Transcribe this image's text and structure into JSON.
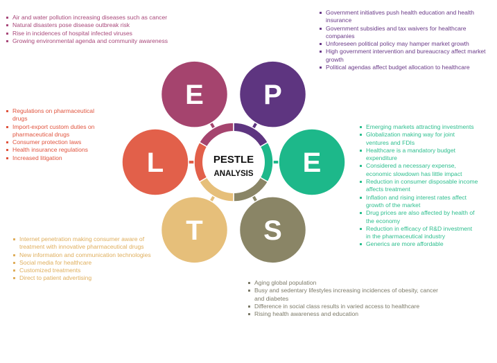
{
  "center": {
    "line1": "PESTLE",
    "line2": "ANALYSIS"
  },
  "factors": [
    {
      "key": "environmental",
      "letter": "E",
      "color": "#A5446E"
    },
    {
      "key": "political",
      "letter": "P",
      "color": "#5E3580"
    },
    {
      "key": "economic",
      "letter": "E",
      "color": "#1DB88A"
    },
    {
      "key": "social",
      "letter": "S",
      "color": "#8A8566"
    },
    {
      "key": "technological",
      "letter": "T",
      "color": "#E6BF7A"
    },
    {
      "key": "legal",
      "letter": "L",
      "color": "#E2604A"
    }
  ],
  "lists": {
    "env": [
      "Air and water pollution increasing diseases such as cancer",
      "Natural disasters pose disease outbreak risk",
      "Rise in incidences of hospital infected viruses",
      "Growing environmental agenda and community awareness"
    ],
    "pol": [
      "Government initiatives push health education and health insurance",
      "Government subsidies and tax waivers for healthcare companies",
      "Unforeseen political policy may hamper market growth",
      "High government intervention and bureaucracy affect market growth",
      "Political agendas affect budget allocation to healthcare"
    ],
    "legal": [
      "Regulations on pharmaceutical drugs",
      "Import-export custom duties on pharmaceutical drugs",
      "Consumer protection laws",
      "Health insurance regulations",
      "Increased litigation"
    ],
    "eco": [
      "Emerging markets attracting investments",
      "Globalization making way for joint ventures and FDIs",
      "Healthcare is a mandatory budget expenditure",
      "Considered a necessary expense, economic slowdown has little impact",
      "Reduction in consumer disposable income affects treatment",
      "Inflation and rising interest rates affect growth of the market",
      "Drug prices are also affected by health of the economy",
      "Reduction in efficacy of R&D investment in the pharmaceutical industry",
      "Generics are more affordable"
    ],
    "tech": [
      "Internet penetration making consumer aware of treatment with innovative pharmaceutical drugs",
      "New information and communication technologies",
      "Social media for healthcare",
      "Customized treatments",
      "Direct to patient advertising"
    ],
    "soc": [
      "Aging global population",
      "Busy and sedentary lifestyles increasing incidences of obesity, cancer and diabetes",
      "Difference in social class results in varied access to healthcare",
      "Rising health awareness and education"
    ]
  }
}
